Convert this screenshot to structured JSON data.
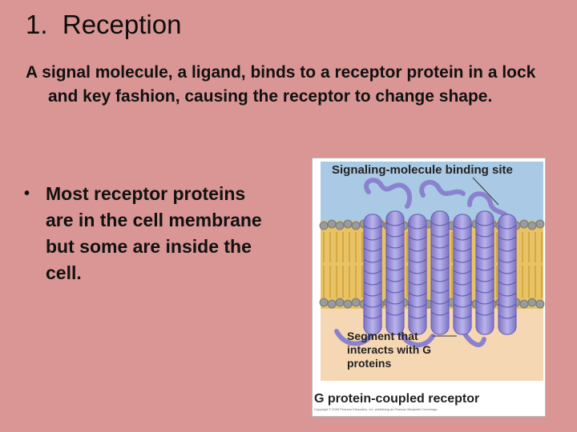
{
  "slide": {
    "title": "1.  Reception",
    "paragraph": "A signal molecule, a ligand, binds to a receptor protein in a lock and key fashion, causing the receptor to change shape.",
    "bullets": [
      "Most receptor proteins are in the cell membrane but some are inside the cell."
    ],
    "bullet_symbol": "•"
  },
  "figure": {
    "binding_site_label": "Signaling-molecule binding site",
    "segment_label": "Segment that interacts with G proteins",
    "caption": "G protein-coupled receptor",
    "copyright": "Copyright © 2005 Pearson Education, Inc. publishing as Pearson Benjamin Cummings.",
    "colors": {
      "extracellular": "#a9c9e4",
      "cytoplasm": "#f6d7b3",
      "lipid_heads": "#9a9a9a",
      "lipid_tails": "#e2b84a",
      "protein": "#9e96d8"
    }
  }
}
